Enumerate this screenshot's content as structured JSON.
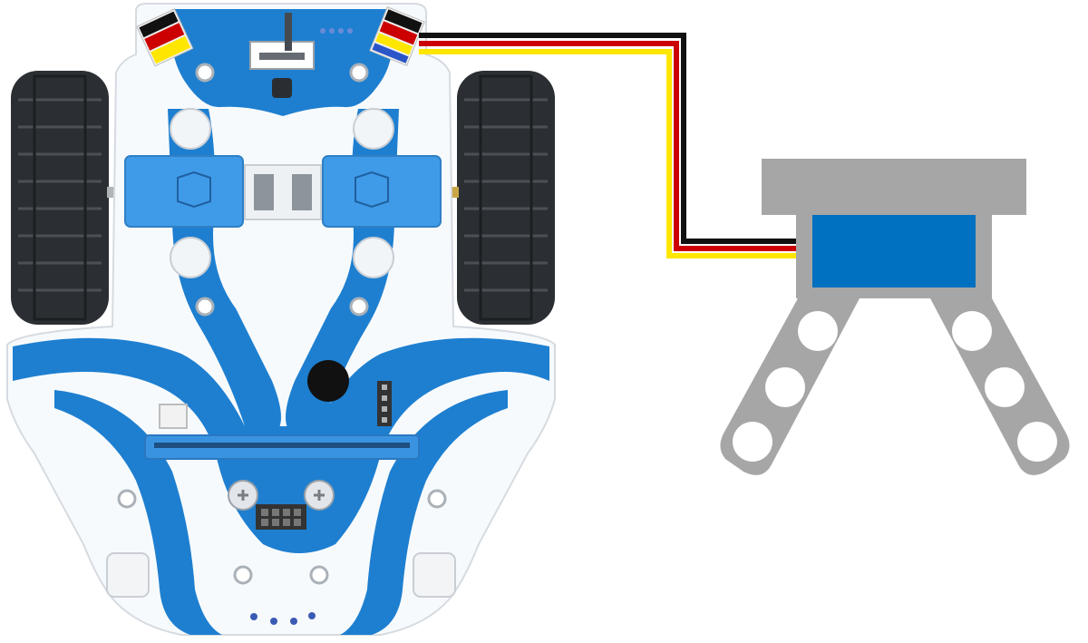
{
  "colors": {
    "board_blue": "#1e7fd0",
    "board_white": "#f7fafc",
    "outline": "#d6dbe1",
    "tire": "#2b2f33",
    "tire_tread": "#3d4246",
    "motor_blue": "#3f9be8",
    "servo_blue": "#0070c0",
    "servo_gray": "#a6a6a6",
    "wire_black": "#111111",
    "wire_red": "#cc0000",
    "wire_yellow": "#ffe600",
    "led_dot": "#3b5bb5"
  },
  "icons": {
    "robot": "robot-car-icon",
    "wheel": "wheel-icon",
    "motor": "gear-motor-icon",
    "servo": "servo-motor-icon",
    "gripper": "gripper-claw-icon",
    "buzzer": "buzzer-icon",
    "slot": "edge-connector-icon"
  },
  "wire": {
    "colors_top_to_bottom": [
      "black",
      "red",
      "yellow"
    ]
  }
}
